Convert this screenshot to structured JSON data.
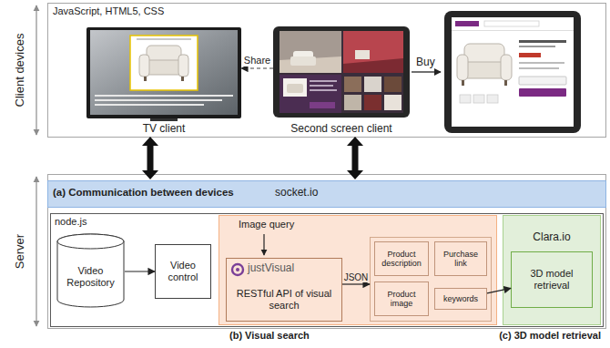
{
  "diagram": {
    "nodes": [
      {
        "text": [
          "Client devices",
          "JavaScript, HTML5, CSS"
        ]
      },
      {
        "text": [
          "TV client"
        ],
        "in": 0
      },
      {
        "text": [
          "Second screen client"
        ],
        "in": 0
      },
      {
        "text": [
          "Server"
        ]
      },
      {
        "text": [
          "(a) Communication between devices",
          "socket.io"
        ],
        "in": 3
      },
      {
        "text": [
          "node.js"
        ],
        "in": 3
      },
      {
        "text": [
          "Video Repository"
        ],
        "in": 5
      },
      {
        "text": [
          "Video control"
        ],
        "in": 5
      },
      {
        "text": [
          "(b) Visual search"
        ],
        "in": 5
      },
      {
        "text": [
          "justVisual",
          "RESTful API of visual search"
        ],
        "in": 8
      },
      {
        "text": [],
        "in": 8
      },
      {
        "text": [
          "Product description"
        ],
        "in": 10
      },
      {
        "text": [
          "Purchase link"
        ],
        "in": 10
      },
      {
        "text": [
          "Product image"
        ],
        "in": 10
      },
      {
        "text": [
          "keywords"
        ],
        "in": 10
      },
      {
        "text": [
          "Clara.io",
          "(c) 3D model retrieval"
        ],
        "in": 5
      },
      {
        "text": [
          "3D model retrieval"
        ],
        "in": 15
      }
    ],
    "edges": [
      {
        "from": 2,
        "to": 1,
        "label": "Share",
        "arrow": "to"
      },
      {
        "from": 1,
        "to": 4,
        "arrow": "both"
      },
      {
        "from": 2,
        "to": 4,
        "arrow": "both"
      },
      {
        "from": 6,
        "to": 7,
        "arrow": "to"
      },
      {
        "from": 9,
        "to": 10,
        "label": "JSON",
        "arrow": "to"
      },
      {
        "from": 14,
        "to": 16,
        "arrow": "to"
      }
    ],
    "labels": [
      "Buy",
      "Image query"
    ]
  }
}
